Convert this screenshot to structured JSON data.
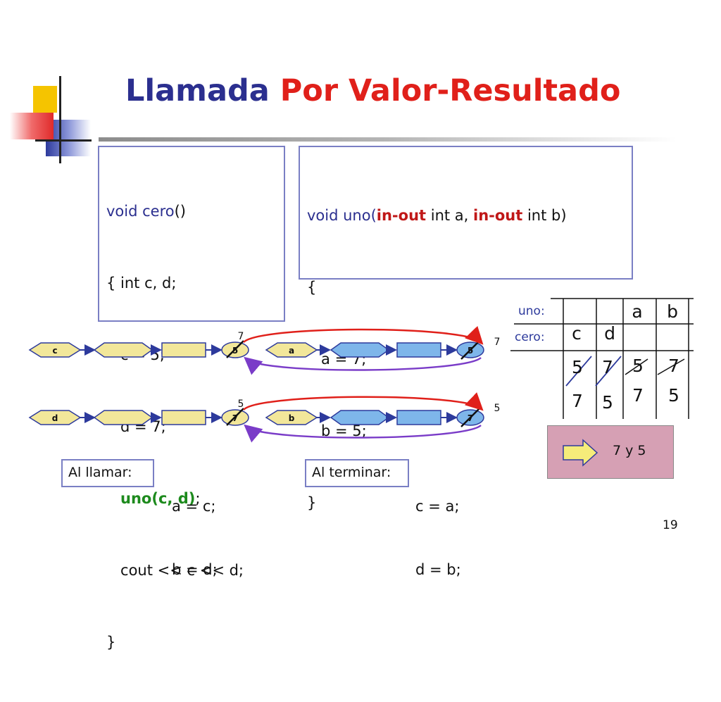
{
  "title": {
    "part1": "Llamada",
    "part2": "Por Valor-Resultado"
  },
  "cero_code": {
    "sig_name": "void cero",
    "sig_parens": "()",
    "lines": [
      "{ int c, d;",
      "   c = 5;",
      "   d = 7;"
    ],
    "call_indent": "   ",
    "call": "uno(c, d)",
    "call_end": ";",
    "lines_after": [
      "   cout << c << d;",
      "}"
    ]
  },
  "uno_code": {
    "sig_a": "void uno(",
    "kw1": "in-out",
    "sig_b": " int a, ",
    "kw2": "in-out",
    "sig_c": " int b)",
    "lines": [
      "{",
      "   a = 7;",
      "   b = 5;",
      "}"
    ]
  },
  "diagram": {
    "row1": {
      "var": "c",
      "old": "5",
      "new": "7",
      "param": "a",
      "param_old": "5",
      "param_new": "7"
    },
    "row2": {
      "var": "d",
      "old": "7",
      "new": "5",
      "param": "b",
      "param_old": "7",
      "param_new": "5"
    }
  },
  "call_box": {
    "label": "Al llamar:",
    "line1": "a = c;",
    "line2": "b = d;"
  },
  "end_box": {
    "label": "Al terminar:",
    "line1": "c = a;",
    "line2": "d = b;"
  },
  "trace_table": {
    "uno_label": "uno:",
    "cero_label": "cero:",
    "headers_uno": [
      "a",
      "b"
    ],
    "headers_cero": [
      "c",
      "d"
    ],
    "col_c": [
      "5",
      "7"
    ],
    "col_d": [
      "7",
      "5"
    ],
    "col_a": [
      "5",
      "7"
    ],
    "col_b": [
      "7",
      "5"
    ]
  },
  "result": "7 y 5",
  "page_number": "19"
}
